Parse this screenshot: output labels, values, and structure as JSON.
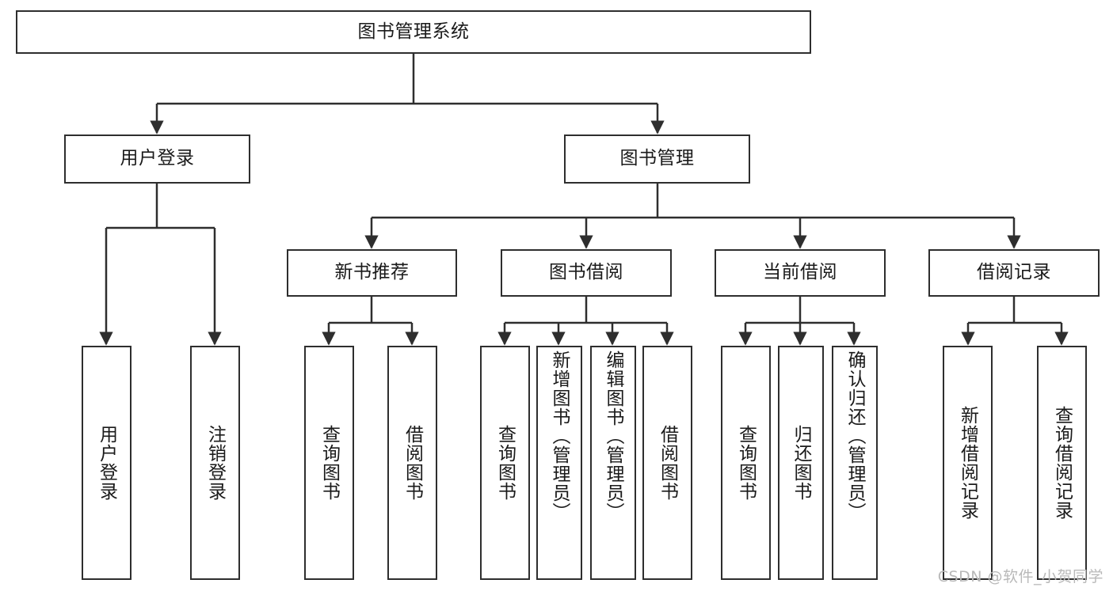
{
  "diagram": {
    "title": "图书管理系统",
    "watermark": "CSDN @软件_小贺同学",
    "stroke_color": "#2e2e2e",
    "text_color": "#1a1a1a",
    "background_color": "#ffffff",
    "root": {
      "label": "图书管理系统"
    },
    "level2": [
      {
        "label": "用户登录"
      },
      {
        "label": "图书管理"
      }
    ],
    "level3": [
      {
        "label": "新书推荐"
      },
      {
        "label": "图书借阅"
      },
      {
        "label": "当前借阅"
      },
      {
        "label": "借阅记录"
      }
    ],
    "leaves": {
      "user_login": [
        {
          "label": "用户登录"
        },
        {
          "label": "注销登录"
        }
      ],
      "new_book_recommend": [
        {
          "label": "查询图书"
        },
        {
          "label": "借阅图书"
        }
      ],
      "book_borrow": [
        {
          "label": "查询图书"
        },
        {
          "label": "新增图书（管理员）"
        },
        {
          "label": "编辑图书（管理员）"
        },
        {
          "label": "借阅图书"
        }
      ],
      "current_borrow": [
        {
          "label": "查询图书"
        },
        {
          "label": "归还图书"
        },
        {
          "label": "确认归还（管理员）"
        }
      ],
      "borrow_record": [
        {
          "label": "新增借阅记录"
        },
        {
          "label": "查询借阅记录"
        }
      ]
    }
  }
}
